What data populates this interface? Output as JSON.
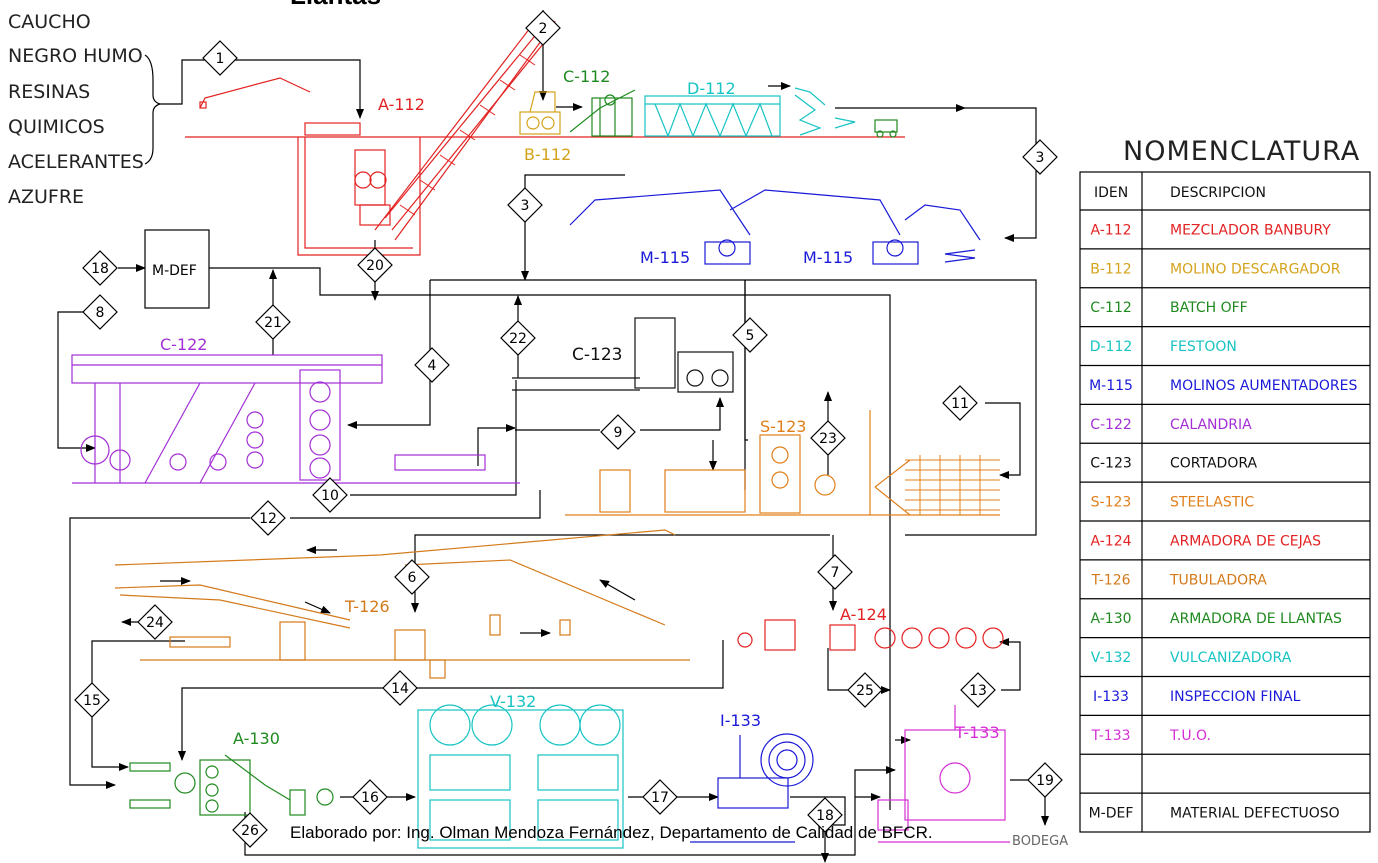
{
  "title": "Llantas",
  "credit": "Elaborado por: Ing. Olman Mendoza Fernández, Departamento de Calidad de BFCR.",
  "raw_materials": [
    "CAUCHO",
    "NEGRO HUMO",
    "RESINAS",
    "QUIMICOS",
    "ACELERANTES",
    "AZUFRE"
  ],
  "legend": {
    "title": "NOMENCLATURA",
    "col_id": "IDEN",
    "col_desc": "DESCRIPCION",
    "rows": [
      {
        "id": "A-112",
        "desc": "MEZCLADOR  BANBURY",
        "color": "#e32222"
      },
      {
        "id": "B-112",
        "desc": "MOLINO  DESCARGADOR",
        "color": "#d4a21a"
      },
      {
        "id": "C-112",
        "desc": "BATCH  OFF",
        "color": "#1f8a1f"
      },
      {
        "id": "D-112",
        "desc": "FESTOON",
        "color": "#17c3c3"
      },
      {
        "id": "M-115",
        "desc": "MOLINOS  AUMENTADORES",
        "color": "#1a1ad8"
      },
      {
        "id": "C-122",
        "desc": "CALANDRIA",
        "color": "#a42fd6"
      },
      {
        "id": "C-123",
        "desc": "CORTADORA",
        "color": "#111111"
      },
      {
        "id": "S-123",
        "desc": "STEELASTIC",
        "color": "#e07f1a"
      },
      {
        "id": "A-124",
        "desc": "ARMADORA  DE  CEJAS",
        "color": "#e32222"
      },
      {
        "id": "T-126",
        "desc": "TUBULADORA",
        "color": "#d47a1a"
      },
      {
        "id": "A-130",
        "desc": "ARMADORA  DE  LLANTAS",
        "color": "#1f8a1f"
      },
      {
        "id": "V-132",
        "desc": "VULCANIZADORA",
        "color": "#17c3c3"
      },
      {
        "id": "I-133",
        "desc": "INSPECCION  FINAL",
        "color": "#1a1ad8"
      },
      {
        "id": "T-133",
        "desc": "T.U.O.",
        "color": "#d62fd6"
      },
      {
        "id": "",
        "desc": "",
        "color": "#111111"
      },
      {
        "id": "M-DEF",
        "desc": "MATERIAL  DEFECTUOSO",
        "color": "#111111"
      }
    ]
  },
  "machines": {
    "a112": "A-112",
    "b112": "B-112",
    "c112": "C-112",
    "d112": "D-112",
    "m115a": "M-115",
    "m115b": "M-115",
    "mdef": "M-DEF",
    "c122": "C-122",
    "c123": "C-123",
    "s123": "S-123",
    "t126": "T-126",
    "a124": "A-124",
    "a130": "A-130",
    "v132": "V-132",
    "i133": "I-133",
    "t133": "T-133",
    "bodega": "BODEGA"
  },
  "steps": [
    "1",
    "2",
    "3",
    "3",
    "4",
    "5",
    "6",
    "7",
    "8",
    "9",
    "10",
    "11",
    "12",
    "13",
    "14",
    "15",
    "16",
    "17",
    "18",
    "18",
    "19",
    "20",
    "21",
    "22",
    "23",
    "24",
    "25",
    "26"
  ]
}
